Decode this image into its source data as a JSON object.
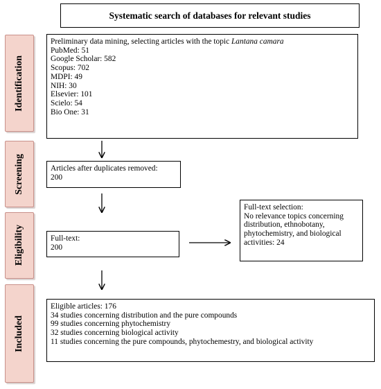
{
  "title": "Systematic search of databases for relevant studies",
  "stages": {
    "identification": "Identification",
    "screening": "Screening",
    "eligibility": "Eligibility",
    "included": "Included"
  },
  "identification_box": {
    "intro": "Preliminary data mining, selecting articles with the topic ",
    "topic": "Lantana camara",
    "sources": [
      "PubMed: 51",
      "Google Scholar: 582",
      "Scopus: 702",
      "MDPI: 49",
      "NIH: 30",
      "Elsevier: 101",
      "Scielo: 54",
      "Bio One: 31"
    ]
  },
  "screening_box": {
    "lines": [
      "Articles after duplicates removed:",
      "200"
    ]
  },
  "eligibility_box": {
    "lines": [
      "Full-text:",
      "200"
    ]
  },
  "excluded_box": {
    "lines": [
      "Full-text selection:",
      "No relevance topics concerning",
      "distribution, ethnobotany,",
      "phytochemistry, and biological",
      "activities: 24"
    ]
  },
  "included_box": {
    "lines": [
      "Eligible articles: 176",
      "34 studies concerning distribution and the pure compounds",
      "99 studies concerning phytochemistry",
      "32 studies concerning biological activity",
      "11 studies concerning the pure compounds, phytochemestry, and biological activity"
    ]
  }
}
